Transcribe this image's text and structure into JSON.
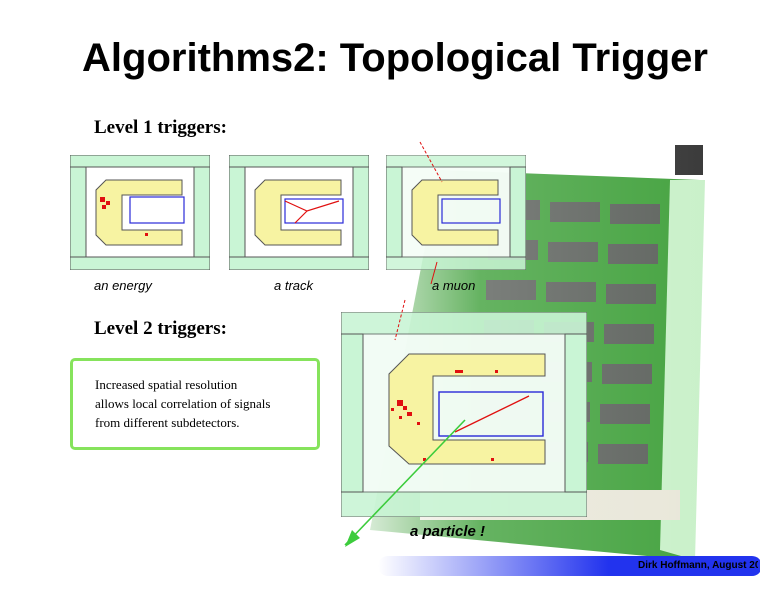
{
  "slide": {
    "title": "Algorithms2: Topological Trigger",
    "level1_heading": "Level 1 triggers:",
    "level2_heading": "Level 2 triggers:"
  },
  "panels": {
    "energy_caption": "an energy",
    "track_caption": "a track",
    "muon_caption": "a muon",
    "particle_caption": "a particle !"
  },
  "note": {
    "lines": [
      "Increased spatial resolution",
      "allows local correlation of signals",
      "from different subdetectors."
    ]
  },
  "footer": {
    "text": "Dirk Hoffmann, August 20"
  },
  "colors": {
    "frame_green": "#c9f5d5",
    "frame_border": "#555555",
    "calorimeter_yellow": "#f7f3a2",
    "tracker_blue": "#2a2ad8",
    "hit_red": "#e01010",
    "box_green": "#86e35c",
    "footer_blue": "#2233ee"
  }
}
